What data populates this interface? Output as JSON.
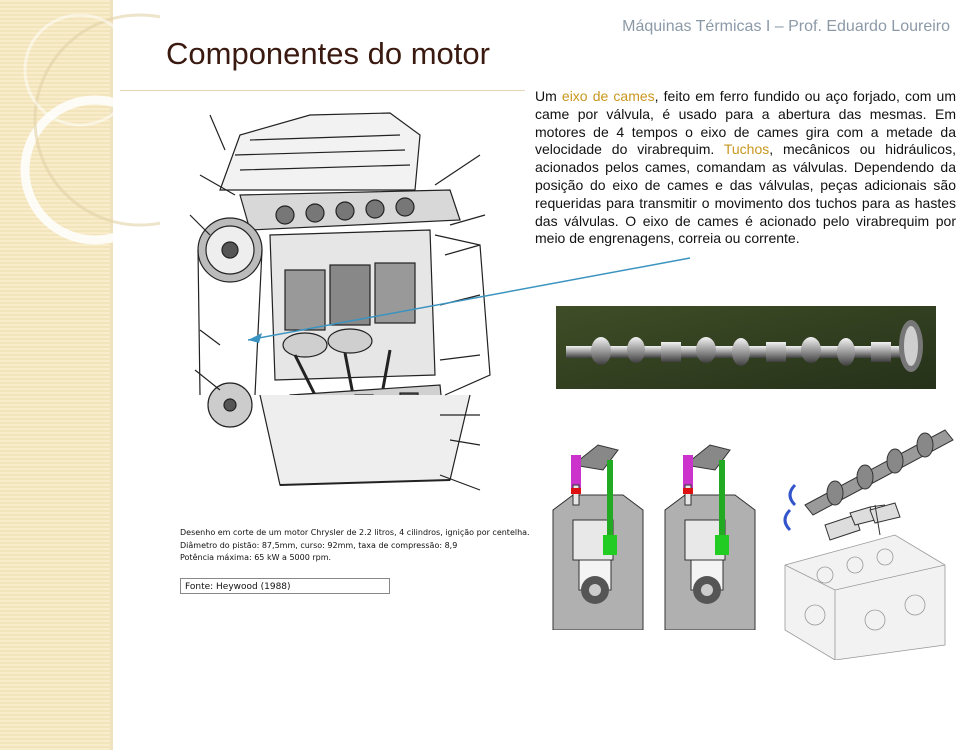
{
  "header": {
    "course": "Máquinas Térmicas I – Prof. Eduardo Loureiro"
  },
  "slide": {
    "title": "Componentes do motor"
  },
  "body": {
    "p1": "Um ",
    "p1_hl": "eixo de cames",
    "p2": ", feito em ferro fundido ou aço forjado, com um came por válvula, é usado para a abertura das mesmas. Em motores de 4 tempos o eixo de cames gira com a metade da velocidade do virabrequim. ",
    "p2_hl": "Tuchos",
    "p3": ", mecânicos ou hidráulicos, acionados pelos cames, comandam as válvulas. Dependendo da posição do eixo de cames e das válvulas, peças adicionais são requeridas para transmitir o movimento dos tuchos para as hastes das válvulas. O eixo de cames é acionado pelo virabrequim por meio de engrenagens, correia ou corrente."
  },
  "figure": {
    "caption_line1": "Desenho em corte de um motor Chrysler de 2.2 litros, 4 cilindros, ignição por centelha.",
    "caption_line2": "Diâmetro do pistão: 87,5mm, curso: 92mm, taxa de compressão: 8,9",
    "caption_line3": "Potência máxima: 65 kW a 5000 rpm.",
    "source": "Fonte: Heywood (1988)"
  },
  "colors": {
    "accent": "#c9961e",
    "title": "#3a1a10",
    "header": "#8c9aa8",
    "band": "#f7e8bf",
    "arrow": "#3a93c0"
  }
}
